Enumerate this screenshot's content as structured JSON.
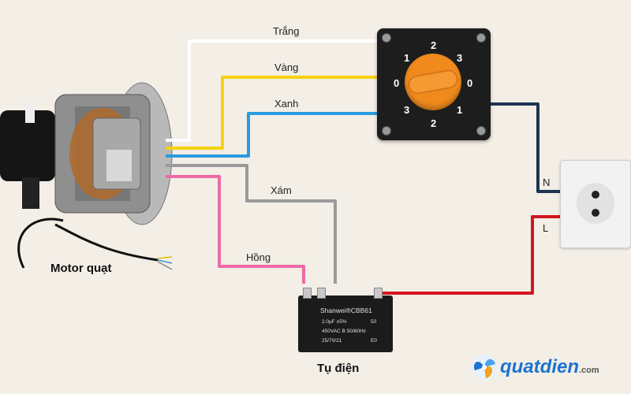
{
  "wires": {
    "white": {
      "label": "Trắng",
      "color": "#ffffff"
    },
    "yellow": {
      "label": "Vàng",
      "color": "#f5d20f"
    },
    "blue": {
      "label": "Xanh",
      "color": "#2a9be0"
    },
    "gray": {
      "label": "Xám",
      "color": "#9a9a9a"
    },
    "pink": {
      "label": "Hồng",
      "color": "#ee6aa6"
    },
    "neutral": {
      "label": "N",
      "color": "#1d3550"
    },
    "live": {
      "label": "L",
      "color": "#d3161c"
    }
  },
  "switch": {
    "positions_top": [
      "1",
      "2",
      "3"
    ],
    "positions_side": [
      "0",
      "0"
    ],
    "positions_bottom": [
      "3",
      "2",
      "1"
    ],
    "body_color": "#1d1d1d",
    "knob_color": "#f08a1d"
  },
  "capacitor": {
    "brand": "Shanwei®CBB61",
    "line1": "2.0µF ±5%",
    "line1b": "50",
    "line2": "450VAC B 50/60Hz",
    "line3": "25/70/21",
    "line3b": "E0"
  },
  "captions": {
    "motor": "Motor quạt",
    "capacitor": "Tụ điện"
  },
  "logo": {
    "name": "quatdien",
    "suffix": ".com",
    "color": "#1a74d2"
  }
}
